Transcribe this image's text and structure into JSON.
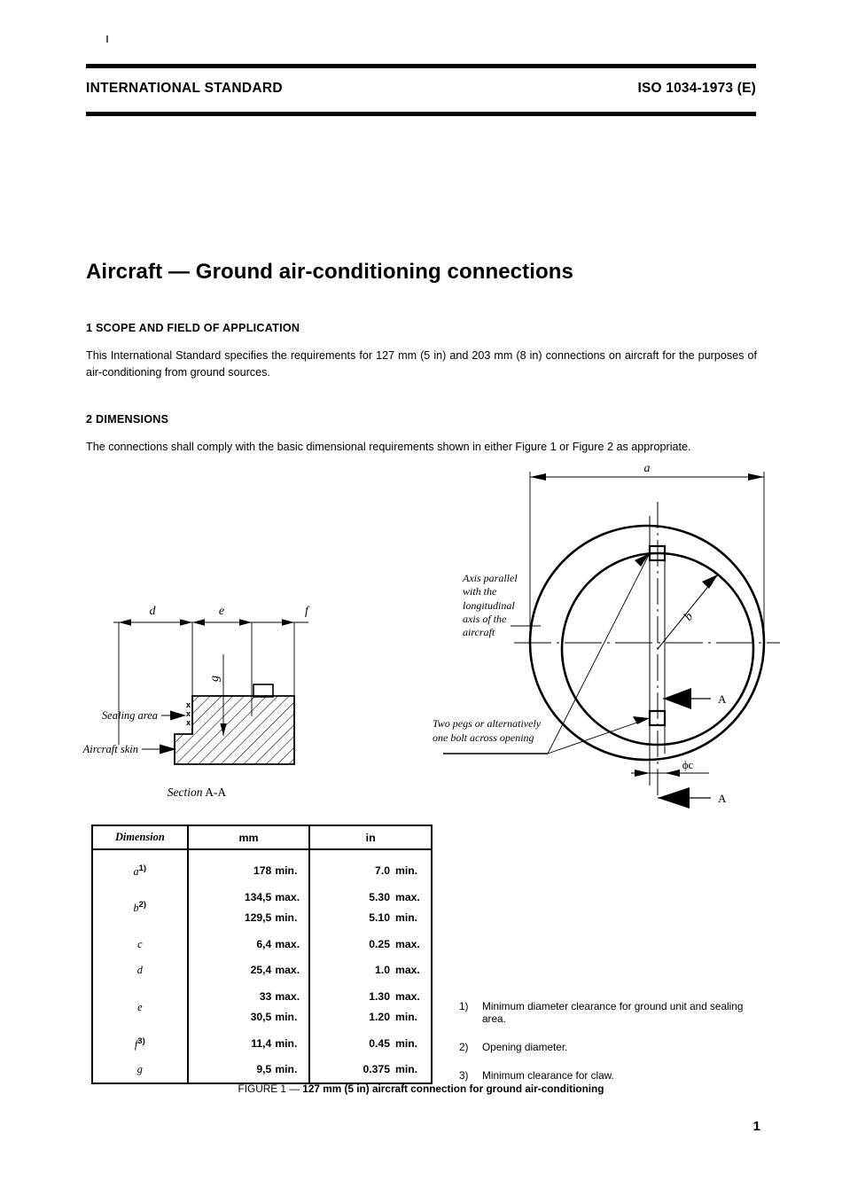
{
  "header": {
    "left": "INTERNATIONAL STANDARD",
    "right": "ISO 1034-1973 (E)"
  },
  "title": "Aircraft — Ground air-conditioning connections",
  "clauses": [
    {
      "number": "1",
      "heading": "1  SCOPE AND FIELD OF APPLICATION",
      "body": "This International Standard specifies the requirements for 127 mm (5 in) and 203 mm (8 in) connections on aircraft for the purposes of air-conditioning from ground sources."
    },
    {
      "number": "2",
      "heading": "2  DIMENSIONS",
      "body": "The connections shall comply with the basic dimensional requirements shown in either Figure 1 or Figure 2 as appropriate."
    }
  ],
  "section_figure": {
    "labels": {
      "d": "d",
      "e": "e",
      "f": "f",
      "g": "g",
      "sealing_area": "Sealing area",
      "aircraft_skin": "Aircraft skin",
      "caption_italic": "Section",
      "caption_roman": "A-A"
    }
  },
  "front_figure": {
    "labels": {
      "a": "a",
      "b": "b",
      "phi_c": "ϕc",
      "section_arrow_top": "A",
      "section_arrow_bottom": "A",
      "axis_note": "Axis parallel\nwith the\nlongitudinal\naxis of the\naircraft",
      "axis_note_lines": [
        "Axis parallel",
        "with the",
        "longitudinal",
        "axis of the",
        "aircraft"
      ],
      "pegs_note_lines": [
        "Two pegs or alternatively",
        "one bolt across opening"
      ]
    }
  },
  "table": {
    "headers": [
      "Dimension",
      "mm",
      "in"
    ],
    "rows": [
      {
        "symbol": "a",
        "footnote": "1)",
        "mm": [
          {
            "num": "178",
            "qual": "min."
          }
        ],
        "in": [
          {
            "num": "7.0",
            "qual": "min."
          }
        ]
      },
      {
        "symbol": "b",
        "footnote": "2)",
        "mm": [
          {
            "num": "134,5",
            "qual": "max."
          },
          {
            "num": "129,5",
            "qual": "min."
          }
        ],
        "in": [
          {
            "num": "5.30",
            "qual": "max."
          },
          {
            "num": "5.10",
            "qual": "min."
          }
        ]
      },
      {
        "symbol": "c",
        "footnote": "",
        "mm": [
          {
            "num": "6,4",
            "qual": "max."
          }
        ],
        "in": [
          {
            "num": "0.25",
            "qual": "max."
          }
        ]
      },
      {
        "symbol": "d",
        "footnote": "",
        "mm": [
          {
            "num": "25,4",
            "qual": "max."
          }
        ],
        "in": [
          {
            "num": "1.0",
            "qual": "max."
          }
        ]
      },
      {
        "symbol": "e",
        "footnote": "",
        "mm": [
          {
            "num": "33",
            "qual": "max."
          },
          {
            "num": "30,5",
            "qual": "min."
          }
        ],
        "in": [
          {
            "num": "1.30",
            "qual": "max."
          },
          {
            "num": "1.20",
            "qual": "min."
          }
        ]
      },
      {
        "symbol": "f",
        "footnote": "3)",
        "mm": [
          {
            "num": "11,4",
            "qual": "min."
          }
        ],
        "in": [
          {
            "num": "0.45",
            "qual": "min."
          }
        ]
      },
      {
        "symbol": "g",
        "footnote": "",
        "mm": [
          {
            "num": "9,5",
            "qual": "min."
          }
        ],
        "in": [
          {
            "num": "0.375",
            "qual": "min."
          }
        ]
      }
    ]
  },
  "footnotes": [
    {
      "marker": "1)",
      "text": "Minimum diameter clearance for ground unit and sealing area."
    },
    {
      "marker": "2)",
      "text": "Opening diameter."
    },
    {
      "marker": "3)",
      "text": "Minimum clearance for claw."
    }
  ],
  "figure_caption": {
    "lead": "FIGURE 1 — ",
    "bold": "127 mm (5 in) aircraft connection for ground air-conditioning"
  },
  "page_number": "1"
}
